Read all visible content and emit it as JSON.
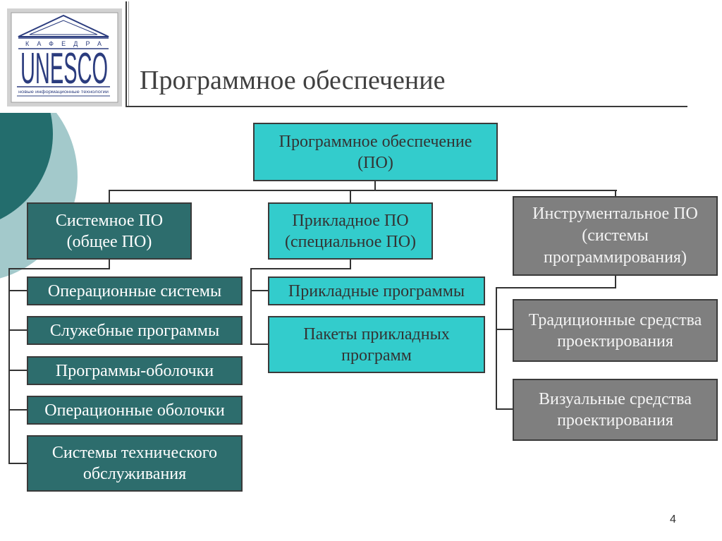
{
  "logo": {
    "frieze_text": "КАФЕДРА",
    "name_text": "UNESCO",
    "motto_text": "новые информационные технологии"
  },
  "slide": {
    "title": "Программное обеспечение",
    "page_number": "4"
  },
  "diagram": {
    "root": {
      "lines": [
        "Программное обеспечение",
        "(ПО)"
      ]
    },
    "system_software": {
      "lines": [
        "Системное ПО",
        "(общее ПО)"
      ],
      "children": [
        {
          "lines": [
            "Операционные системы"
          ]
        },
        {
          "lines": [
            "Служебные программы"
          ]
        },
        {
          "lines": [
            "Программы-оболочки"
          ]
        },
        {
          "lines": [
            "Операционные оболочки"
          ]
        },
        {
          "lines": [
            "Системы технического",
            "обслуживания"
          ]
        }
      ]
    },
    "application_software": {
      "lines": [
        "Прикладное ПО",
        "(специальное ПО)"
      ],
      "children": [
        {
          "lines": [
            "Прикладные программы"
          ]
        },
        {
          "lines": [
            "Пакеты прикладных",
            "программ"
          ]
        }
      ]
    },
    "tool_software": {
      "lines": [
        "Инструментальное ПО",
        "(системы",
        "программирования)"
      ],
      "children": [
        {
          "lines": [
            "Традиционные средства",
            "проектирования"
          ]
        },
        {
          "lines": [
            "Визуальные средства",
            "проектирования"
          ]
        }
      ]
    }
  },
  "colors": {
    "teal_box": "#33cccc",
    "dark_teal_box": "#2d6d6d",
    "gray_box": "#7f7f7f",
    "logo_navy": "#2b3c7e"
  }
}
